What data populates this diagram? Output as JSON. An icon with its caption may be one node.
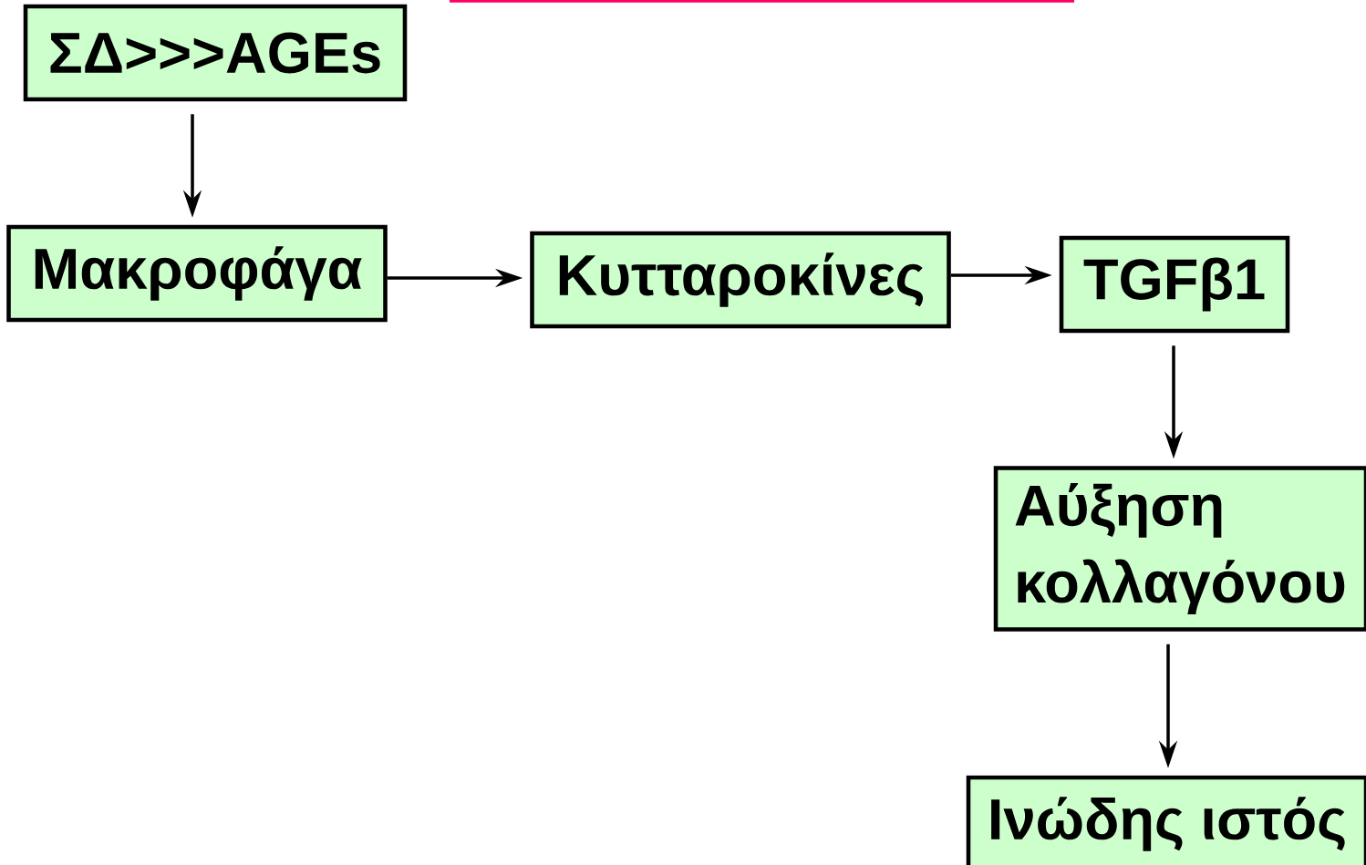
{
  "diagram": {
    "nodes": [
      {
        "text": [
          "ΣΔ>>>AGEs"
        ]
      },
      {
        "text": [
          "Μακροφάγα"
        ]
      },
      {
        "text": [
          "Κυτταροκίνες"
        ]
      },
      {
        "text": [
          "TGFβ1"
        ]
      },
      {
        "text": [
          "Αύξηση κολλαγόνου"
        ]
      },
      {
        "text": [
          "Ινώδης ιστός"
        ]
      }
    ],
    "edges": [
      {
        "from": 0,
        "to": 1,
        "arrow": "to"
      },
      {
        "from": 1,
        "to": 2,
        "arrow": "to"
      },
      {
        "from": 2,
        "to": 3,
        "arrow": "to"
      },
      {
        "from": 3,
        "to": 4,
        "arrow": "to"
      },
      {
        "from": 4,
        "to": 5,
        "arrow": "to"
      }
    ]
  }
}
